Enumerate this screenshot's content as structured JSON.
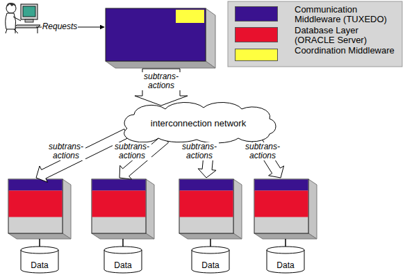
{
  "diagram": {
    "nodes": [
      {
        "text": [
          "interconnection network"
        ]
      },
      {
        "text": [
          "Data"
        ]
      },
      {
        "text": [
          "Data"
        ]
      },
      {
        "text": [
          "Data"
        ]
      },
      {
        "text": [
          "Data"
        ]
      }
    ],
    "labels": [
      "Requests",
      "subtrans- actions",
      "subtrans- actions",
      "subtrans- actions",
      "subtrans- actions",
      "subtrans- actions"
    ],
    "legend": [
      {
        "text": "Communication Middleware (TUXEDO)",
        "color": "#3a128f"
      },
      {
        "text": "Database Layer (ORACLE Server)",
        "color": "#e8112d"
      },
      {
        "text": "Coordination Middleware",
        "color": "#ffff40"
      }
    ]
  }
}
